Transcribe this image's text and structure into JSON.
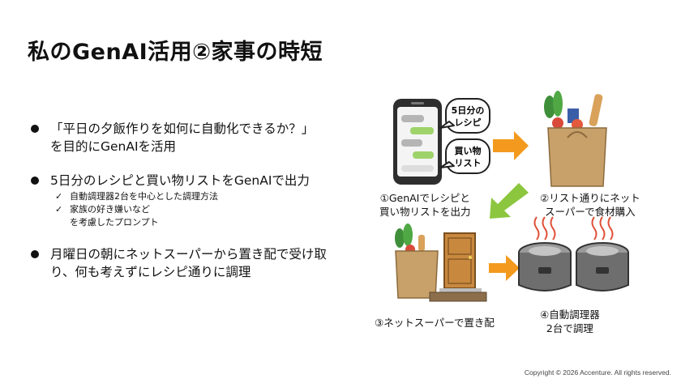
{
  "title": "私のGenAI活用②家事の時短",
  "bullets": [
    {
      "line1": "「平日の夕飯作りを如何に自動化できるか？」",
      "line2": "を目的にGenAIを活用"
    },
    {
      "text": "5日分のレシピと買い物リストをGenAIで出力",
      "subs": [
        "自動調理器2台を中心とした調理方法",
        "家族の好き嫌いなど",
        "を考慮したプロンプト"
      ]
    },
    {
      "line1": "月曜日の朝にネットスーパーから置き配で受け取",
      "line2": "り、何も考えずにレシピ通りに調理"
    }
  ],
  "check_mark": "✓",
  "illustration": {
    "bubble1_line1": "5日分の",
    "bubble1_line2": "レシピ",
    "bubble2_line1": "買い物",
    "bubble2_line2": "リスト"
  },
  "captions": {
    "step1_line1": "①GenAIでレシピと",
    "step1_line2": "買い物リストを出力",
    "step2_line1": "②リスト通りにネット",
    "step2_line2": "スーパーで食材購入",
    "step3": "③ネットスーパーで置き配",
    "step4_line1": "④自動調理器",
    "step4_line2": "2台で調理"
  },
  "colors": {
    "arrow_orange": "#F39A1E",
    "arrow_green": "#8CC63F",
    "bag": "#C8A06A",
    "door": "#C8893F",
    "cooker": "#6E6E6E"
  },
  "copyright": "Copyright © 2026 Accenture. All rights reserved."
}
